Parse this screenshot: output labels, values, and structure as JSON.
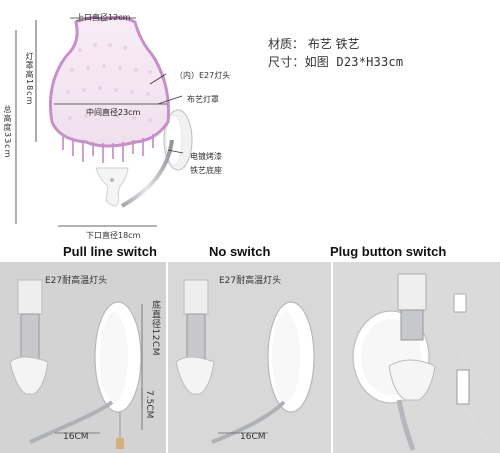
{
  "specs": {
    "material": "材质： 布艺  铁艺",
    "size": "尺寸：如图  D23*H33cm"
  },
  "diagram": {
    "top_diameter": "上口直径12cm",
    "shade_height": "灯罩高18cm",
    "total_height": "总高度33cm",
    "socket": "（内）E27灯头",
    "shade": "布艺灯罩",
    "mid_diameter": "中间直径23cm",
    "base_line1": "电镀烤漆",
    "base_line2": "铁艺底座",
    "bottom_diameter": "下口直径18cm"
  },
  "panels": [
    {
      "title": "Pull line switch",
      "socket_label": "E27耐高温灯头",
      "base_dim": "底直径12CM",
      "arm_dim": "7.5CM",
      "width_dim": "16CM"
    },
    {
      "title": "No switch",
      "socket_label": "E27耐高温灯头",
      "width_dim": "16CM"
    },
    {
      "title": "Plug button switch"
    }
  ],
  "colors": {
    "shade_fill": "#f3e7f1",
    "shade_edge": "#c78bc4",
    "metal": "#c7c8cc",
    "white_part": "#f4f4f4",
    "bg_gray": "#bfbfbf"
  }
}
